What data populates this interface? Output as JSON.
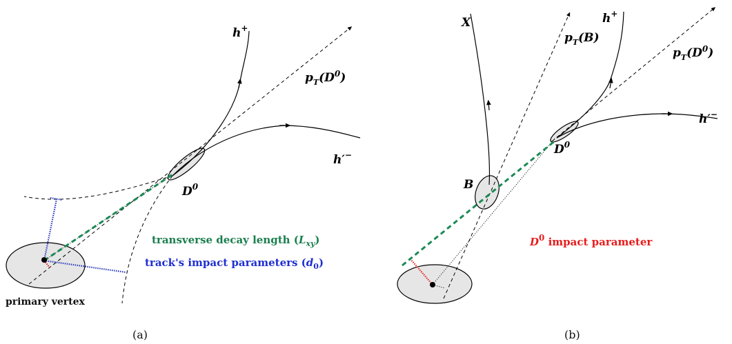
{
  "panel_a": {
    "label_h_plus": "h",
    "label_h_plus_sup": "+",
    "label_pt_d0": "p",
    "label_pt_d0_sub": "T",
    "label_pt_d0_arg": "(D",
    "label_pt_d0_arg_sup": "0",
    "label_pt_d0_close": ")",
    "label_h_minus": "h′",
    "label_h_minus_sup": "−",
    "label_d0": "D",
    "label_d0_sup": "0",
    "caption_decay": "transverse decay length (",
    "caption_decay_sym": "L",
    "caption_decay_sub": "xy",
    "caption_decay_close": ")",
    "caption_ip": "track's impact parameters (",
    "caption_ip_sym": "d",
    "caption_ip_sub": "0",
    "caption_ip_close": ")",
    "caption_pv": "primary vertex",
    "panel_caption": "(a)"
  },
  "panel_b": {
    "label_x": "X",
    "label_pt_b": "p",
    "label_pt_b_sub": "T",
    "label_pt_b_arg": "(B)",
    "label_h_plus": "h",
    "label_h_plus_sup": "+",
    "label_pt_d0": "p",
    "label_pt_d0_sub": "T",
    "label_pt_d0_arg": "(D",
    "label_pt_d0_arg_sup": "0",
    "label_pt_d0_close": ")",
    "label_h_minus": "h′",
    "label_h_minus_sup": "−",
    "label_d0": "D",
    "label_d0_sup": "0",
    "label_b": "B",
    "caption_d0_ip": "D",
    "caption_d0_ip_sup": "0",
    "caption_d0_ip_rest": " impact parameter",
    "panel_caption": "(b)"
  },
  "colors": {
    "decay_length": "#1a8a55",
    "impact_parameter_tracks": "#2a38b8",
    "impact_parameter_d0": "#e02222",
    "vertex_fill": "#e6e6e6"
  }
}
